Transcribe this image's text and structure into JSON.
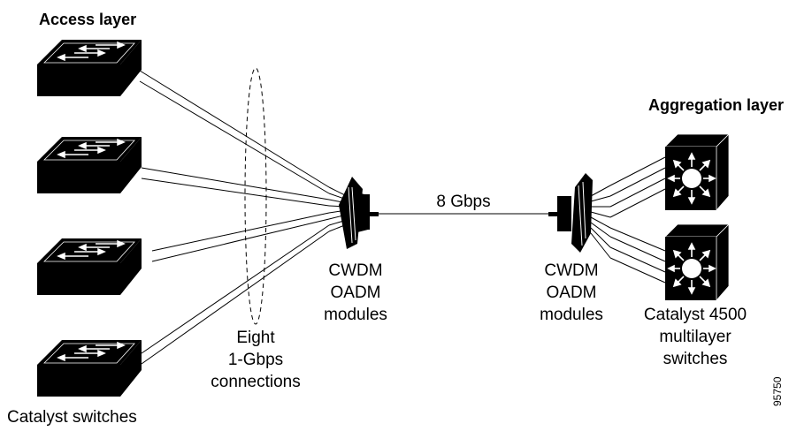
{
  "access": {
    "title": "Access layer",
    "caption": "Catalyst switches",
    "switch_icon": "workgroup-switch-icon",
    "switch_count": 4
  },
  "link": {
    "bundle_line1": "Eight",
    "bundle_line2": "1-Gbps",
    "bundle_line3": "connections",
    "trunk_label": "8 Gbps"
  },
  "oadm_left": {
    "line1": "CWDM",
    "line2": "OADM",
    "line3": "modules",
    "icon": "oadm-module-icon"
  },
  "oadm_right": {
    "line1": "CWDM",
    "line2": "OADM",
    "line3": "modules",
    "icon": "oadm-module-icon"
  },
  "aggregation": {
    "title": "Aggregation layer",
    "caption_line1": "Catalyst 4500",
    "caption_line2": "multilayer",
    "caption_line3": "switches",
    "switch_icon": "multilayer-switch-icon",
    "switch_count": 2
  },
  "figure_id": "95750",
  "colors": {
    "ink": "#000000",
    "background": "#ffffff",
    "icon_face": "#ffffff"
  }
}
